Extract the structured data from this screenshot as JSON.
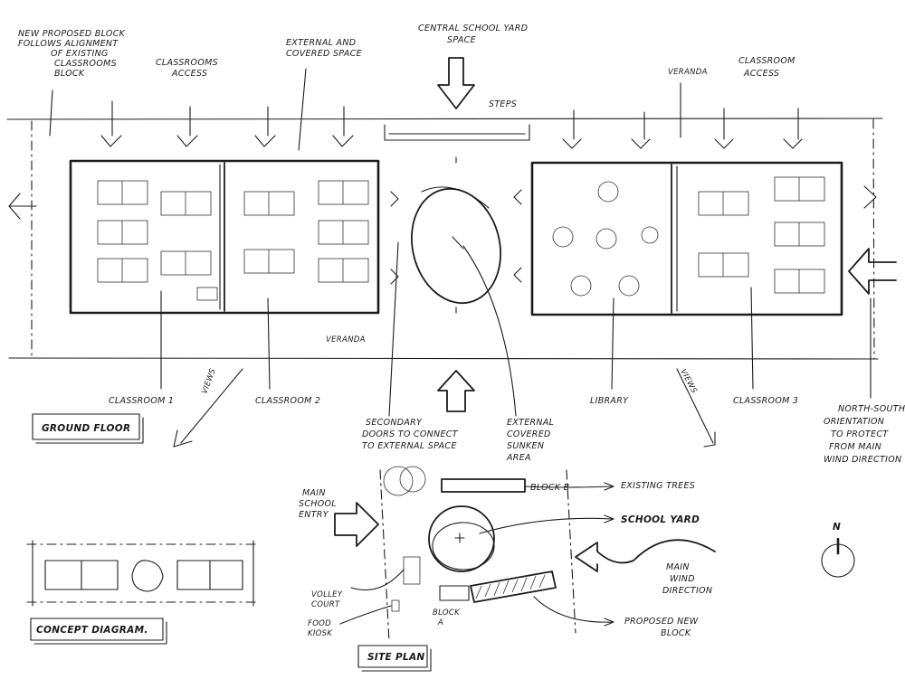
{
  "ground_floor": {
    "title": "GROUND FLOOR",
    "labels": {
      "new_block": [
        "NEW PROPOSED BLOCK",
        "FOLLOWS ALIGNMENT",
        "OF EXISTING",
        "CLASSROOMS",
        "BLOCK"
      ],
      "classrooms_access_left": [
        "CLASSROOMS",
        "ACCESS"
      ],
      "external_covered": [
        "EXTERNAL AND",
        "COVERED SPACE"
      ],
      "central_yard": [
        "CENTRAL SCHOOL YARD",
        "SPACE"
      ],
      "steps": "STEPS",
      "veranda_top": "VERANDA",
      "classroom_access_right": [
        "CLASSROOM",
        "ACCESS"
      ],
      "veranda_bottom": "VERANDA",
      "classroom1": "CLASSROOM 1",
      "classroom2": "CLASSROOM 2",
      "library": "LIBRARY",
      "classroom3": "CLASSROOM 3",
      "views_left": "VIEWS",
      "views_right": "VIEWS",
      "secondary_doors": [
        "SECONDARY",
        "DOORS TO CONNECT",
        "TO EXTERNAL SPACE"
      ],
      "sunken_area": [
        "EXTERNAL",
        "COVERED",
        "SUNKEN",
        "AREA"
      ],
      "orientation": [
        "NORTH-SOUTH",
        "ORIENTATION",
        "TO PROTECT",
        "FROM MAIN",
        "WIND DIRECTION"
      ]
    }
  },
  "site_plan": {
    "title": "SITE PLAN",
    "labels": {
      "main_entry": [
        "MAIN",
        "SCHOOL",
        "ENTRY"
      ],
      "block_b": "BLOCK B",
      "existing_trees": "EXISTING TREES",
      "school_yard": "SCHOOL YARD",
      "main_wind": [
        "MAIN",
        "WIND",
        "DIRECTION"
      ],
      "volley_court": [
        "VOLLEY",
        "COURT"
      ],
      "food_kiosk": [
        "FOOD",
        "KIOSK"
      ],
      "block_a": [
        "BLOCK",
        "A"
      ],
      "proposed_block": [
        "PROPOSED NEW",
        "BLOCK"
      ]
    }
  },
  "concept": {
    "title": "CONCEPT DIAGRAM."
  },
  "north": {
    "label": "N"
  }
}
